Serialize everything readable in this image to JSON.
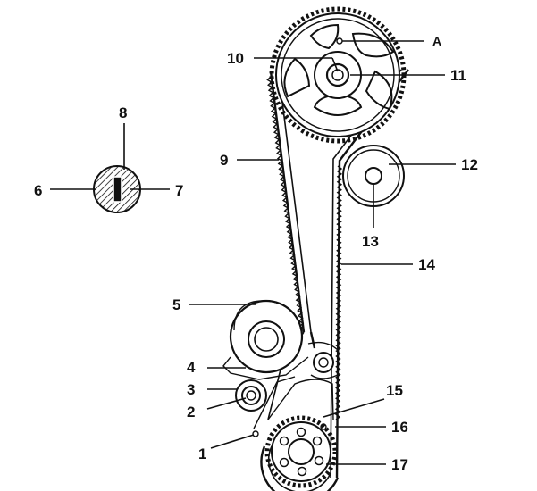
{
  "labels": {
    "l1": "1",
    "l2": "2",
    "l3": "3",
    "l4": "4",
    "l5": "5",
    "l6": "6",
    "l7": "7",
    "l8": "8",
    "l9": "9",
    "l10": "10",
    "l11": "11",
    "l12": "12",
    "l13": "13",
    "l14": "14",
    "l15": "15",
    "l16": "16",
    "l17": "17",
    "lA": "A"
  },
  "colors": {
    "ink": "#111111",
    "hatch": "#111111",
    "background": "#ffffff"
  }
}
